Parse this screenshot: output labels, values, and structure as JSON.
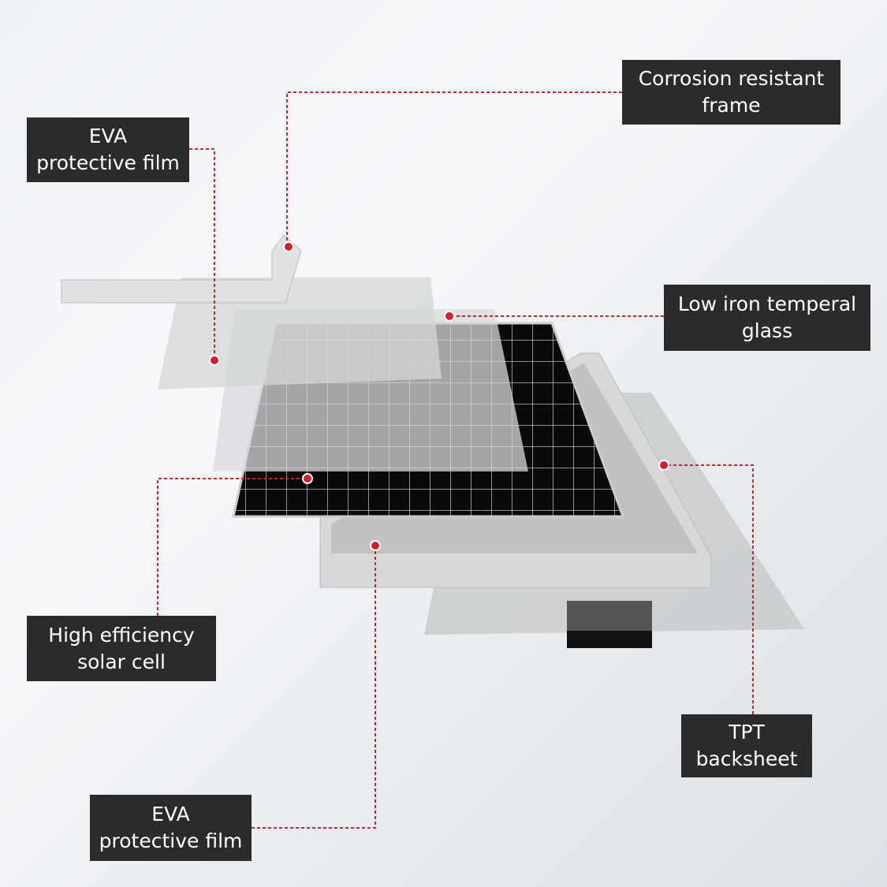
{
  "labels": {
    "eva_top": {
      "line1": "EVA",
      "line2": "protective film"
    },
    "frame": {
      "line1": "Corrosion resistant",
      "line2": "frame"
    },
    "glass": {
      "line1": "Low iron temperal",
      "line2": "glass"
    },
    "cell": {
      "line1": "High efficiency",
      "line2": "solar cell"
    },
    "backsheet": {
      "line1": "TPT",
      "line2": "backsheet"
    },
    "eva_bottom": {
      "line1": "EVA",
      "line2": "protective film"
    }
  },
  "colors": {
    "leader": "#c0282d",
    "label_bg": "#2b2b2b",
    "cell": "#0a0a0a"
  }
}
